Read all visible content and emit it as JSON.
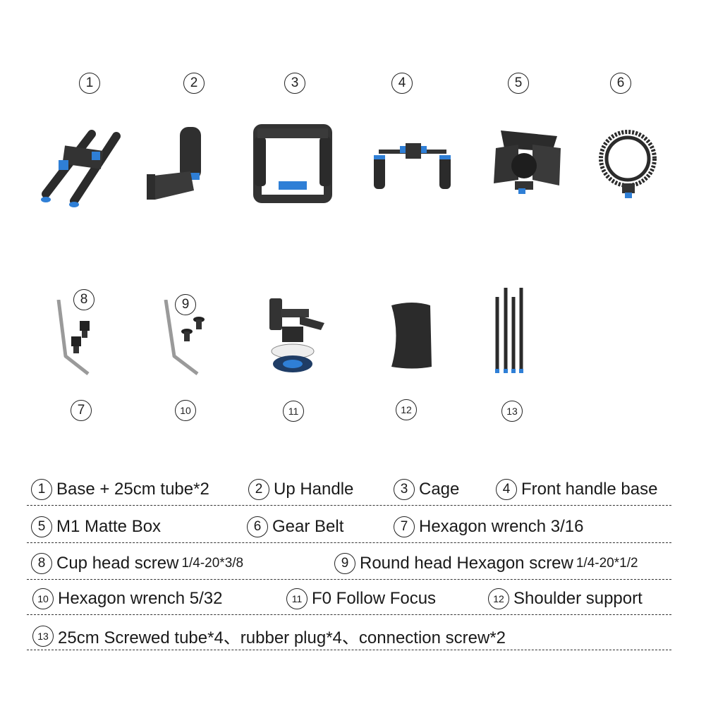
{
  "items": [
    {
      "num": "1",
      "label": "Base + 25cm tube*2"
    },
    {
      "num": "2",
      "label": "Up Handle"
    },
    {
      "num": "3",
      "label": "Cage"
    },
    {
      "num": "4",
      "label": "Front handle base"
    },
    {
      "num": "5",
      "label": "M1 Matte Box"
    },
    {
      "num": "6",
      "label": "Gear Belt"
    },
    {
      "num": "7",
      "label": "Hexagon wrench 3/16"
    },
    {
      "num": "8",
      "label": "Cup head screw",
      "spec": "1/4-20*3/8"
    },
    {
      "num": "9",
      "label": "Round head Hexagon screw",
      "spec": "1/4-20*1/2"
    },
    {
      "num": "10",
      "label": "Hexagon wrench 5/32"
    },
    {
      "num": "11",
      "label": "F0 Follow Focus"
    },
    {
      "num": "12",
      "label": "Shoulder support"
    },
    {
      "num": "13",
      "label": "25cm Screwed tube*4、rubber plug*4、connection screw*2"
    }
  ],
  "colors": {
    "accent_blue": "#2f7fd6",
    "part_black": "#2b2b2b",
    "metal": "#9a9a9a"
  }
}
